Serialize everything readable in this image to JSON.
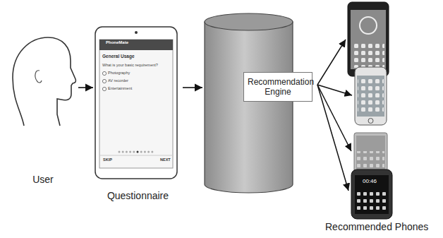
{
  "diagram": {
    "nodes": [
      {
        "text": [
          "User"
        ]
      },
      {
        "text": [
          "Questionnaire"
        ]
      },
      {
        "text": [
          "Recommendation Engine"
        ]
      }
    ],
    "edges": [
      {
        "from": 0,
        "to": 1,
        "arrow": "to"
      },
      {
        "from": 1,
        "to": 2,
        "arrow": "to"
      }
    ],
    "labels": [
      "PhoneMate",
      "General Usage",
      "What is your basic requirement?",
      "Photography",
      "AV recorder",
      "Entertainment",
      "SKIP",
      "NEXT",
      "00:46",
      "Recommended Phones"
    ]
  }
}
